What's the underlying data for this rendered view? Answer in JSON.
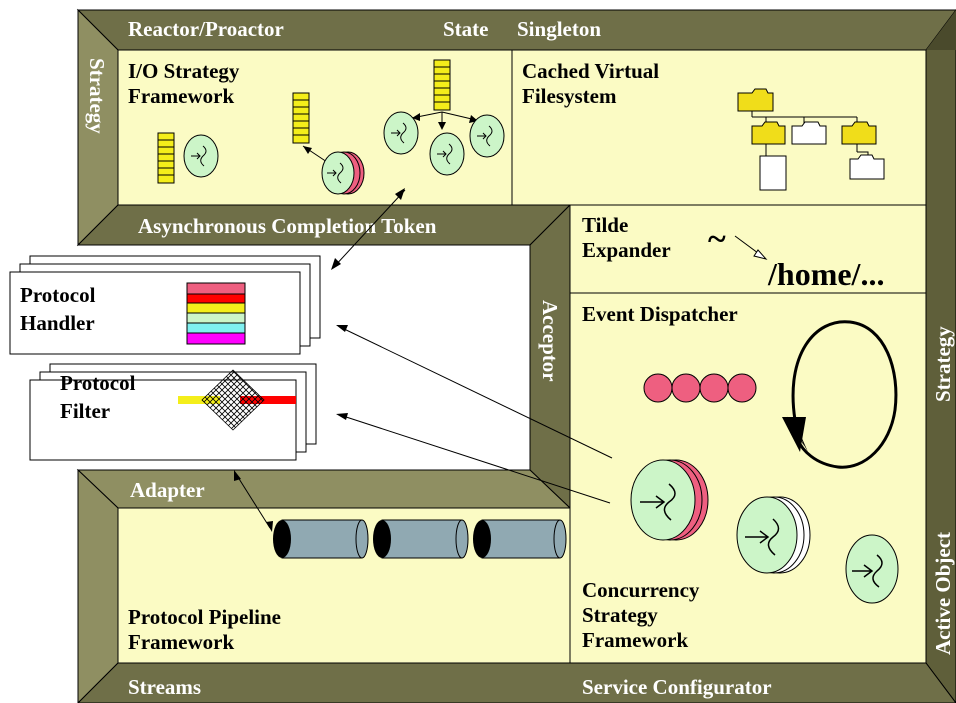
{
  "colors": {
    "frame_dark": "#5f5f3a",
    "frame_side": "#8f8f62",
    "frame_top": "#6f6f48",
    "panel": "#fbfbc4",
    "thread": "#ccf5c8",
    "red_disc": "#ee5f80",
    "queue": "#f4ee1a",
    "pipe": "#90a9b2",
    "folder": "#f0dd1a"
  },
  "patterns": {
    "reactor_proactor": "Reactor/Proactor",
    "state": "State",
    "singleton": "Singleton",
    "strategy_left": "Strategy",
    "strategy_right": "Strategy",
    "act": "Asynchronous Completion Token",
    "acceptor": "Acceptor",
    "adapter": "Adapter",
    "streams": "Streams",
    "service_configurator": "Service Configurator",
    "active_object": "Active Object"
  },
  "components": {
    "io_strategy": [
      "I/O Strategy",
      "Framework"
    ],
    "cached_vfs": [
      "Cached Virtual",
      "Filesystem"
    ],
    "tilde_expander": [
      "Tilde",
      "Expander"
    ],
    "tilde_symbol": "~",
    "home_path": "/home/...",
    "event_dispatcher": "Event Dispatcher",
    "protocol_handler": [
      "Protocol",
      "Handler"
    ],
    "protocol_filter": [
      "Protocol",
      "Filter"
    ],
    "protocol_pipeline": [
      "Protocol Pipeline",
      "Framework"
    ],
    "concurrency": [
      "Concurrency",
      "Strategy",
      "Framework"
    ]
  },
  "icons": {
    "folder": "folder-icon",
    "file": "file-icon",
    "thread": "thread-icon",
    "queue": "message-queue-icon",
    "pipe": "pipe-icon"
  }
}
